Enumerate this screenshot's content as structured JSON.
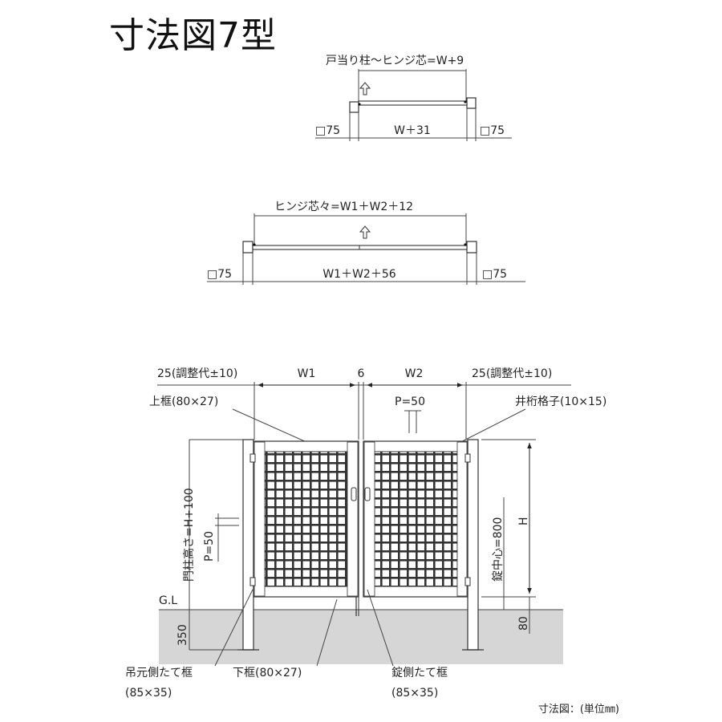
{
  "title": "寸法図7型",
  "single_view": {
    "top_label": "戸当り柱～ヒンジ芯=W+9",
    "left_post": "□75",
    "width": "W＋31",
    "right_post": "□75"
  },
  "double_view": {
    "top_label": "ヒンジ芯々=W1＋W2＋12",
    "left_post": "□75",
    "width": "W1＋W2＋56",
    "right_post": "□75"
  },
  "front_view": {
    "left_adjust": "25(調整代±10)",
    "w1": "W1",
    "gap": "6",
    "w2": "W2",
    "right_adjust": "25(調整代±10)",
    "top_frame": "上框(80×27)",
    "p_top": "P=50",
    "lattice": "井桁格子(10×15)",
    "post_height": "門柱高さ=H+100",
    "p_side": "P=50",
    "gl": "G.L",
    "depth": "350",
    "h": "H",
    "lock_center": "錠中心=800",
    "base": "80",
    "hinge_frame": "吊元側たて框",
    "hinge_frame_size": "(85×35)",
    "bottom_frame": "下框(80×27)",
    "lock_frame": "錠側たて框",
    "lock_frame_size": "(85×35)"
  },
  "footer": "寸法図：(単位㎜)"
}
